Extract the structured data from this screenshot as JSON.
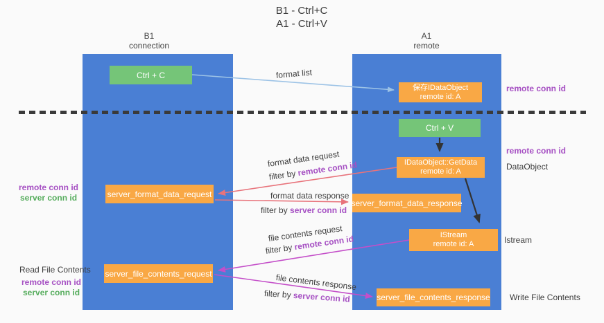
{
  "title": {
    "line1": "B1 - Ctrl+C",
    "line2": "A1 - Ctrl+V"
  },
  "colors": {
    "column_blue": "#4A7FD4",
    "box_green": "#75C578",
    "box_orange": "#F9A845",
    "arrow_light_blue": "#9DC3E6",
    "arrow_salmon": "#E8737B",
    "arrow_magenta": "#C44FC9",
    "arrow_black": "#333333",
    "text_purple": "#A650C3",
    "text_green": "#55AC5C"
  },
  "columns": {
    "left": {
      "title": "B1",
      "subtitle": "connection"
    },
    "right": {
      "title": "A1",
      "subtitle": "remote"
    }
  },
  "nodes": {
    "ctrl_c": {
      "label": "Ctrl + C"
    },
    "save_dataobject": {
      "line1": "保存IDataObject",
      "line2": "remote id: A"
    },
    "ctrl_v": {
      "label": "Ctrl + V"
    },
    "getdata": {
      "line1": "IDataObject::GetData",
      "line2": "remote id: A"
    },
    "server_format_data_request": {
      "label": "server_format_data_request"
    },
    "server_format_data_response": {
      "label": "server_format_data_response"
    },
    "istream": {
      "line1": "IStream",
      "line2": "remote id: A"
    },
    "server_file_contents_request": {
      "label": "server_file_contents_request"
    },
    "server_file_contents_response": {
      "label": "server_file_contents_response"
    }
  },
  "side_labels": {
    "right_remote_conn_top": "remote conn id",
    "right_remote_conn_mid": "remote conn id",
    "dataobject": "DataObject",
    "istream": "Istream",
    "write_file_contents": "Write File Contents",
    "left_remote_conn_top": "remote conn id",
    "left_server_conn_top": "server conn id",
    "read_file_contents": "Read File Contents",
    "left_remote_conn_bottom": "remote conn id",
    "left_server_conn_bottom": "server conn id"
  },
  "arrows": {
    "format_list": {
      "label": "format list"
    },
    "format_request": {
      "label": "format data request",
      "filter_prefix": "filter by ",
      "filter_key": "remote conn id"
    },
    "format_response": {
      "label": "format data response",
      "filter_prefix": "filter by ",
      "filter_key": "server conn id"
    },
    "file_request": {
      "label": "file contents request",
      "filter_prefix": "filter by ",
      "filter_key": "remote conn id"
    },
    "file_response": {
      "label": "file contents response",
      "filter_prefix": "filter by ",
      "filter_key": "server conn id"
    }
  }
}
